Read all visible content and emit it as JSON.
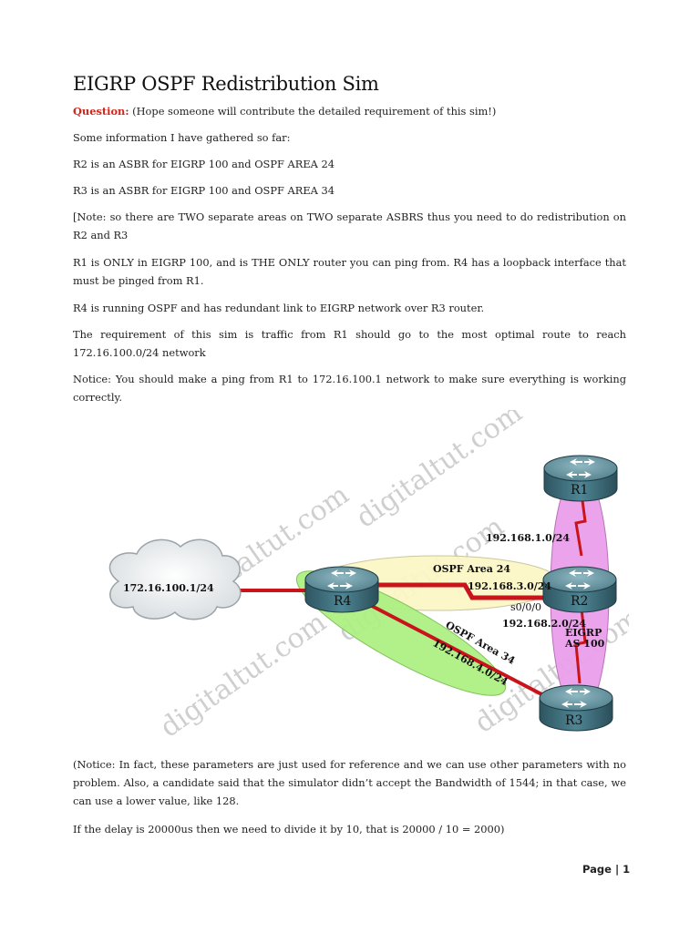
{
  "title": "EIGRP OSPF Redistribution Sim",
  "question_label": "Question:",
  "question_text": " (Hope someone will contribute the detailed requirement of this sim!)",
  "paragraphs": [
    "Some information I have gathered so far:",
    "R2 is an ASBR for EIGRP 100 and OSPF AREA 24",
    "R3 is an ASBR for EIGRP 100 and OSPF AREA 34",
    "[Note: so there are TWO separate areas on TWO separate ASBRS thus you need to do redistribution on R2 and R3",
    "R1 is ONLY in EIGRP 100, and is THE ONLY router you can ping from. R4 has a loopback interface that must be pinged from R1.",
    "R4 is running OSPF and has redundant link to EIGRP network over R3 router.",
    "The requirement of this sim is traffic from R1 should go to the most optimal route to reach 172.16.100.0/24 network",
    "Notice: You should make a ping from R1 to 172.16.100.1 network to make sure everything is working correctly."
  ],
  "diagram": {
    "routers": {
      "r1": "R1",
      "r2": "R2",
      "r3": "R3",
      "r4": "R4"
    },
    "cloud_label": "172.16.100.1/24",
    "labels": {
      "net_r1_r2": "192.168.1.0/24",
      "ospf_area_24": "OSPF Area 24",
      "net_r4_r2": "192.168.3.0/24",
      "interface": "s0/0/0",
      "net_r2_r3": "192.168.2.0/24",
      "eigrp": "EIGRP",
      "as": "AS 100",
      "ospf_area_34": "OSPF Area 34",
      "net_r4_r3": "192.168.4.0/24"
    },
    "watermark": "digitaltut.com",
    "colors": {
      "link": "#c8141a",
      "area24": "#fbf7c6",
      "area34": "#aef083",
      "eigrp": "#eaa0ea",
      "router": "#3f6f7c"
    }
  },
  "notes": [
    "(Notice: In fact, these parameters are just used for reference and we can use other parameters with no problem. Also, a candidate said that the simulator didn’t accept the Bandwidth of 1544; in that case, we can use a lower value, like 128.",
    "If the delay is 20000us then we need to divide it by 10, that is 20000 / 10 = 2000)"
  ],
  "footer": {
    "page_label": "Page",
    "separator": "|",
    "page_number": "1"
  }
}
